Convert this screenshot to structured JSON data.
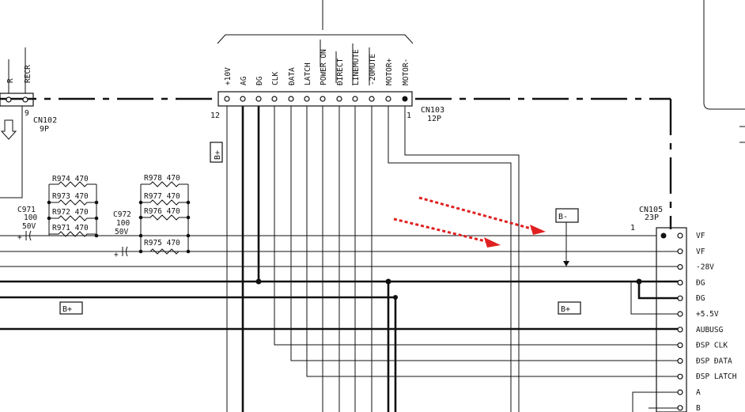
{
  "connectors": {
    "cn102": {
      "ref": "CN102",
      "pins": "9P",
      "pin_number": "9",
      "signals": [
        "R",
        "RECR"
      ]
    },
    "cn103": {
      "ref": "CN103",
      "pins": "12P",
      "pin_first": "1",
      "pin_last": "12",
      "signals": [
        "+10V",
        "AG",
        "ÐG",
        "CLK",
        "ÐATA",
        "LATCH",
        "POWER ON",
        "ÐIRECT",
        "LINEMUTE",
        "-20MUTE",
        "MOTOR+",
        "MOTOR-"
      ]
    },
    "cn105": {
      "ref": "CN105",
      "pins": "23P",
      "pin_first": "1",
      "signals": [
        "VF",
        "VF",
        "-28V",
        "ÐG",
        "ÐG",
        "+5.5V",
        "AUBUSG",
        "ÐSP CLK",
        "ÐSP ÐATA",
        "ÐSP LATCH",
        "A",
        "B"
      ]
    }
  },
  "resistors": [
    {
      "ref": "R974",
      "value": "470"
    },
    {
      "ref": "R973",
      "value": "470"
    },
    {
      "ref": "R972",
      "value": "470"
    },
    {
      "ref": "R971",
      "value": "470"
    },
    {
      "ref": "R978",
      "value": "470"
    },
    {
      "ref": "R977",
      "value": "470"
    },
    {
      "ref": "R976",
      "value": "470"
    },
    {
      "ref": "R975",
      "value": "470"
    }
  ],
  "capacitors": [
    {
      "ref": "C971",
      "value": "100",
      "voltage": "50V"
    },
    {
      "ref": "C972",
      "value": "100",
      "voltage": "50V"
    }
  ],
  "rails": {
    "b_plus_1": "B+",
    "b_plus_2": "B+",
    "b_plus_3": "B+",
    "b_minus": "B-"
  },
  "annotations": {
    "arrow_color": "#e02020"
  }
}
